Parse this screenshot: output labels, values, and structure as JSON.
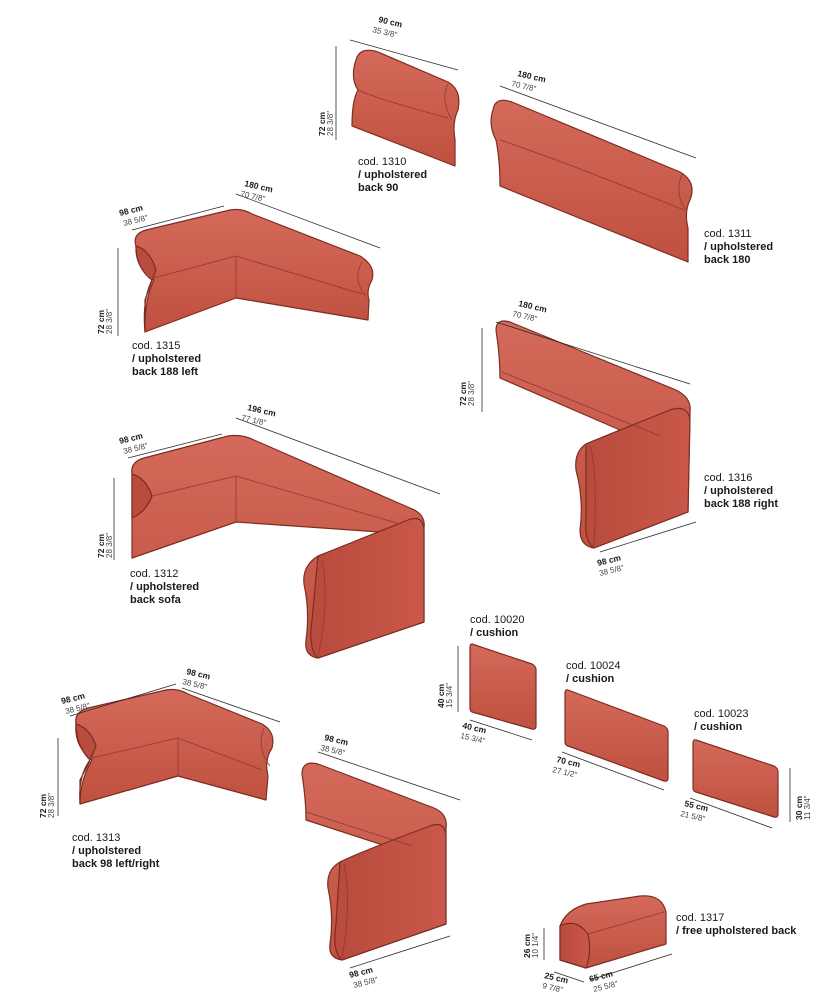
{
  "colors": {
    "fabric": "#c9584a",
    "fabric_top": "#d46a5b",
    "fabric_dark": "#ad4336",
    "outline": "#7c2d22",
    "text": "#1a1a1a"
  },
  "pieces": [
    {
      "code": "cod. 1310",
      "name": "/ upholstered back 90",
      "name_lines": [
        "/ upholstered",
        "back 90"
      ],
      "dims": {
        "width_cm": "90 cm",
        "width_in": "35 3/8\"",
        "height_cm": "72 cm",
        "height_in": "28 3/8\""
      }
    },
    {
      "code": "cod. 1311",
      "name": "/ upholstered back 180",
      "name_lines": [
        "/ upholstered",
        "back 180"
      ],
      "dims": {
        "width_cm": "180 cm",
        "width_in": "70 7/8\""
      }
    },
    {
      "code": "cod. 1315",
      "name": "/ upholstered back 188 left",
      "name_lines": [
        "/ upholstered",
        "back 188 left"
      ],
      "dims": {
        "width_cm": "180 cm",
        "width_in": "70 7/8\"",
        "depth_cm": "98 cm",
        "depth_in": "38 5/8\"",
        "height_cm": "72 cm",
        "height_in": "28 3/8\""
      }
    },
    {
      "code": "cod. 1316",
      "name": "/ upholstered back 188 right",
      "name_lines": [
        "/ upholstered",
        "back 188 right"
      ],
      "dims": {
        "width_cm": "180 cm",
        "width_in": "70 7/8\"",
        "height_cm": "72 cm",
        "height_in": "28 3/8\"",
        "depth_cm": "98 cm",
        "depth_in": "38 5/8\""
      }
    },
    {
      "code": "cod. 1312",
      "name": "/ upholstered back sofa",
      "name_lines": [
        "/ upholstered",
        "back sofa"
      ],
      "dims": {
        "width_cm": "196 cm",
        "width_in": "77 1/8\"",
        "depth_cm": "98 cm",
        "depth_in": "38 5/8\"",
        "height_cm": "72 cm",
        "height_in": "28 3/8\""
      }
    },
    {
      "code": "cod. 10020",
      "name": "/ cushion",
      "name_lines": [
        "/ cushion"
      ],
      "dims": {
        "height_cm": "40 cm",
        "height_in": "15 3/4\"",
        "width_cm": "40 cm",
        "width_in": "15 3/4\""
      }
    },
    {
      "code": "cod. 10024",
      "name": "/ cushion",
      "name_lines": [
        "/ cushion"
      ],
      "dims": {
        "width_cm": "70 cm",
        "width_in": "27 1/2\""
      }
    },
    {
      "code": "cod. 10023",
      "name": "/ cushion",
      "name_lines": [
        "/ cushion"
      ],
      "dims": {
        "width_cm": "55 cm",
        "width_in": "21 5/8\"",
        "height_cm": "30 cm",
        "height_in": "11 3/4\""
      }
    },
    {
      "code": "cod. 1313",
      "name": "/ upholstered back 98 left/right",
      "name_lines": [
        "/ upholstered",
        "back 98 left/right"
      ],
      "dims": {
        "left_cm": "98 cm",
        "left_in": "38 5/8\"",
        "right_cm": "98 cm",
        "right_in": "38 5/8\"",
        "height_cm": "72 cm",
        "height_in": "28 3/8\"",
        "mirror_top_cm": "98 cm",
        "mirror_top_in": "38 5/8\"",
        "mirror_bottom_cm": "98 cm",
        "mirror_bottom_in": "38 5/8\""
      }
    },
    {
      "code": "cod. 1317",
      "name": "/ free upholstered back",
      "name_lines": [
        "/ free upholstered back"
      ],
      "dims": {
        "height_cm": "26 cm",
        "height_in": "10 1/4\"",
        "depth_cm": "25 cm",
        "depth_in": "9 7/8\"",
        "width_cm": "65 cm",
        "width_in": "25 5/8\""
      }
    }
  ]
}
